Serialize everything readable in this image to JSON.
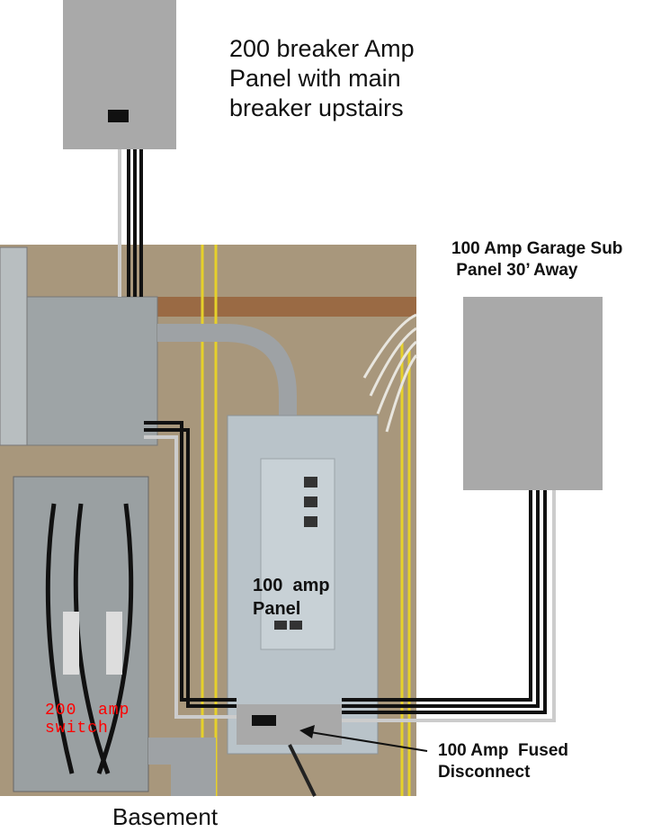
{
  "labels": {
    "upstairs_panel": [
      "200 breaker Amp",
      "Panel with main",
      "breaker upstairs"
    ],
    "garage_panel": [
      "100 Amp Garage Sub",
      " Panel 30’ Away"
    ],
    "hundred_panel": [
      "100  amp",
      "Panel"
    ],
    "switch": [
      "200  amp",
      "switch"
    ],
    "disconnect": [
      "100 Amp  Fused",
      "Disconnect"
    ],
    "basement": "Basement"
  },
  "colors": {
    "box": "#a9a9a9",
    "wood": "#a8977c",
    "panel": "#b9c3c9",
    "wire_black": "#111111",
    "wire_gray": "#cfcfcf",
    "switch_text": "#ff0000"
  }
}
